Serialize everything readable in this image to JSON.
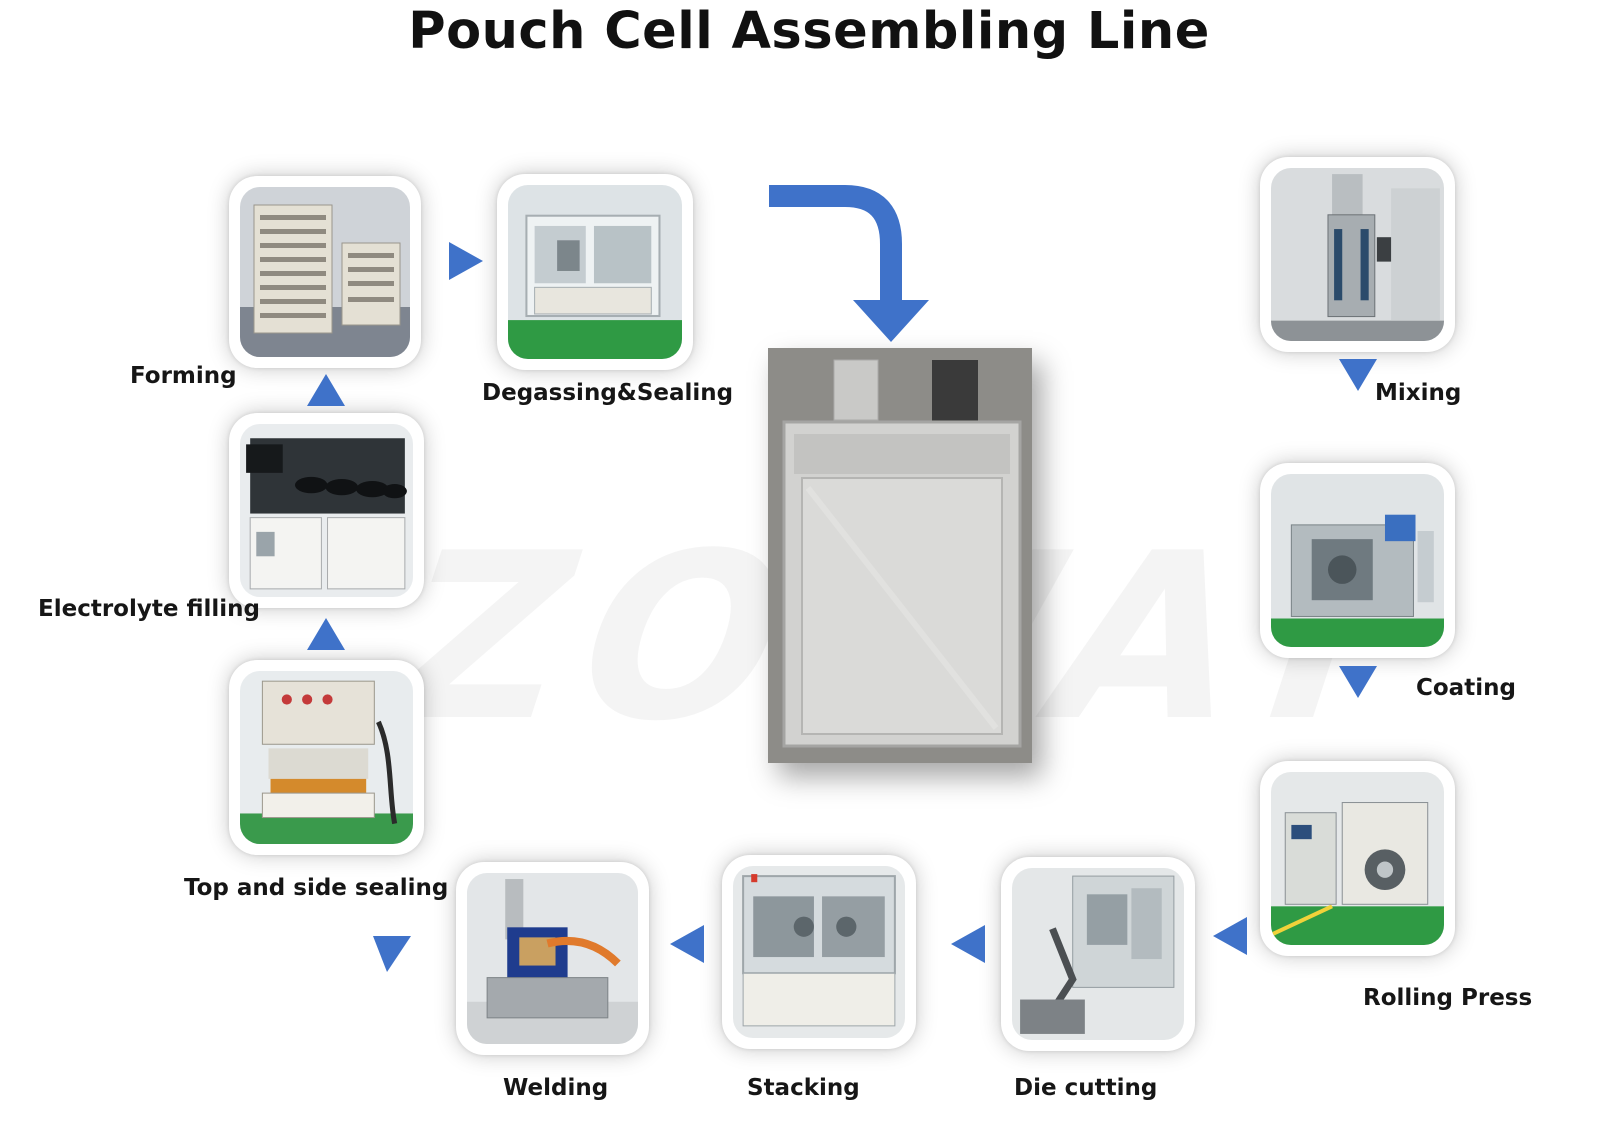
{
  "title": "Pouch Cell Assembling Line",
  "watermark": "ZOWAY",
  "accent_color": "#3f72c9",
  "steps": [
    {
      "id": "mixing",
      "label": "Mixing"
    },
    {
      "id": "coating",
      "label": "Coating"
    },
    {
      "id": "rolling-press",
      "label": "Rolling Press"
    },
    {
      "id": "die-cutting",
      "label": "Die cutting"
    },
    {
      "id": "stacking",
      "label": "Stacking"
    },
    {
      "id": "welding",
      "label": "Welding"
    },
    {
      "id": "top-side-sealing",
      "label": "Top and side sealing"
    },
    {
      "id": "electrolyte-filling",
      "label": "Electrolyte filling"
    },
    {
      "id": "forming",
      "label": "Forming"
    },
    {
      "id": "degassing-sealing",
      "label": "Degassing&Sealing"
    }
  ],
  "center_product": "pouch-cell-image"
}
